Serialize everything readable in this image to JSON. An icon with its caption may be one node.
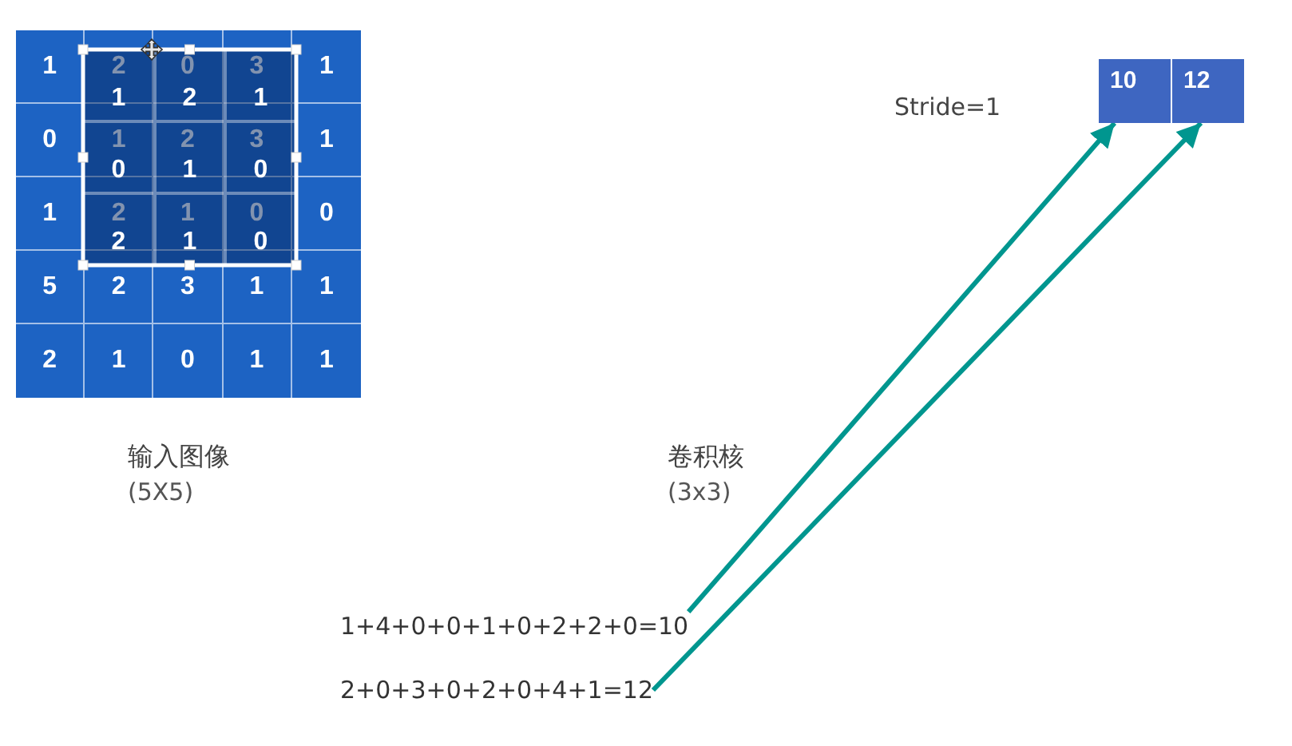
{
  "diagram": {
    "nodes": [
      {
        "text": [
          "10"
        ]
      },
      {
        "text": [
          "12"
        ]
      },
      {
        "text": [
          "1+4+0+0+1+0+2+2+0=10"
        ]
      },
      {
        "text": [
          "2+0+3+0+2+0+4+1=12"
        ]
      }
    ],
    "edges": [
      {
        "from": 2,
        "to": 0,
        "arrow": "to"
      },
      {
        "from": 3,
        "to": 1,
        "arrow": "to"
      }
    ],
    "labels": [
      "1",
      "2",
      "0",
      "3",
      "1",
      "0",
      "1",
      "2",
      "3",
      "1",
      "1",
      "2",
      "1",
      "0",
      "0",
      "5",
      "2",
      "3",
      "1",
      "1",
      "2",
      "1",
      "0",
      "1",
      "1",
      "1",
      "2",
      "1",
      "0",
      "1",
      "0",
      "2",
      "1",
      "0",
      "Stride=1",
      "输入图像",
      "(5X5)",
      "卷积核",
      "(3x3)"
    ]
  }
}
